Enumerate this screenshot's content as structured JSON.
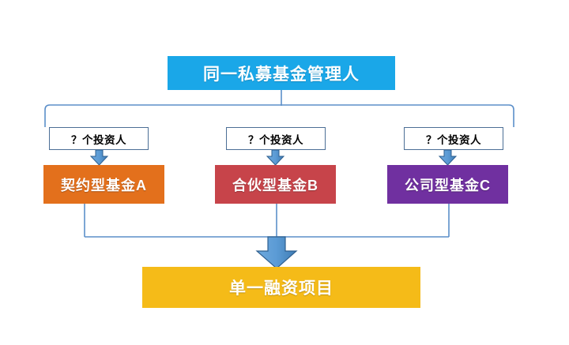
{
  "diagram": {
    "title": "同一私募基金管理人",
    "manager": {
      "label": "同一私募基金管理人",
      "color": "#1aa7e8"
    },
    "branches": [
      {
        "investor_label": "？个投资人",
        "fund_label": "契约型基金A",
        "color": "#e3701c"
      },
      {
        "investor_label": "？个投资人",
        "fund_label": "合伙型基金B",
        "color": "#c7444a"
      },
      {
        "investor_label": "？个投资人",
        "fund_label": "公司型基金C",
        "color": "#7030a0"
      }
    ],
    "project": {
      "label": "单一融资项目",
      "color": "#f5bb18"
    },
    "connector_color": "#5b8fc9",
    "arrow_fill": "#5b9bd5",
    "arrow_stroke": "#2e5f8f"
  }
}
